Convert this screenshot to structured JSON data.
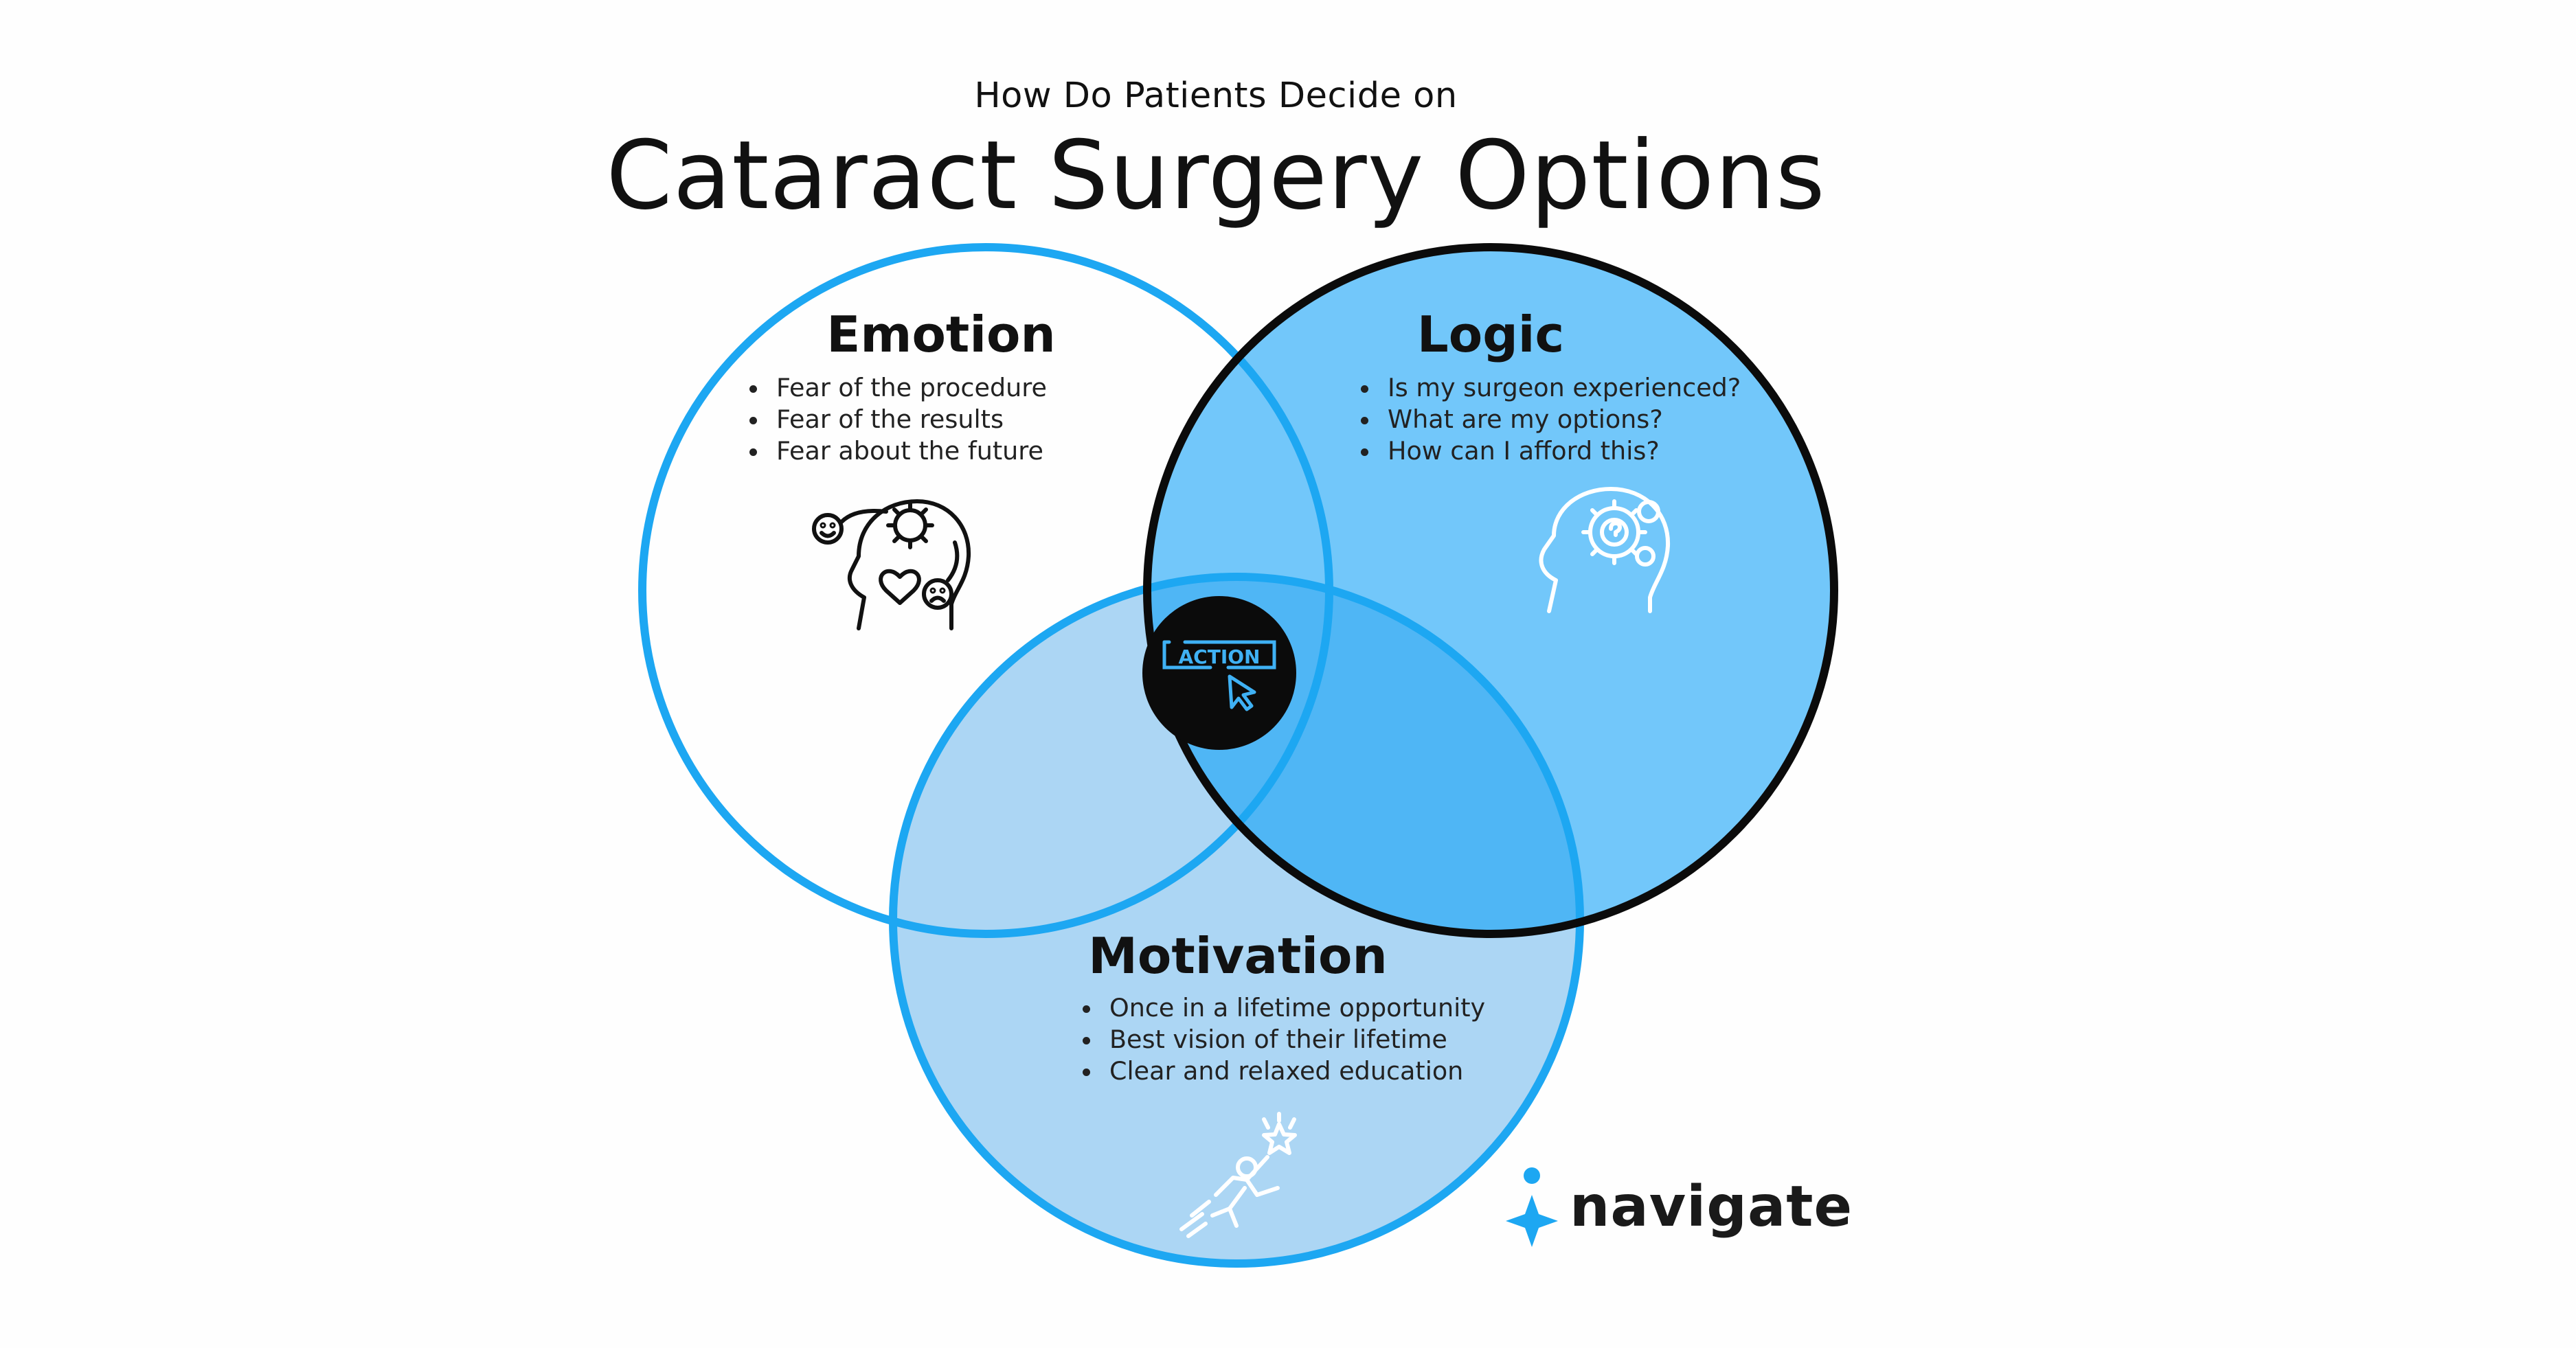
{
  "header": {
    "subtitle": "How Do Patients Decide on",
    "title": "Cataract Surgery Options"
  },
  "colors": {
    "blue": "#1da7f2",
    "logic_fill": "#72c7fa",
    "motivation_fill": "#acd6f4",
    "overlap_fill": "#4fb6f5",
    "black": "#0b0b0b"
  },
  "emotion": {
    "heading": "Emotion",
    "items": [
      "Fear of the procedure",
      "Fear of the results",
      "Fear about the future"
    ],
    "icon": "head-heart-gear-emotions-icon"
  },
  "logic": {
    "heading": "Logic",
    "items": [
      "Is my surgeon experienced?",
      "What are my options?",
      "How can I afford this?"
    ],
    "icon": "head-gear-question-icon"
  },
  "motivation": {
    "heading": "Motivation",
    "items": [
      "Once in a lifetime opportunity",
      "Best vision of their lifetime",
      "Clear and relaxed education"
    ],
    "icon": "person-reaching-star-icon"
  },
  "center": {
    "label": "ACTION",
    "icon": "cursor-pointer-icon"
  },
  "brand": {
    "name": "navigate",
    "icon": "compass-star-icon"
  }
}
